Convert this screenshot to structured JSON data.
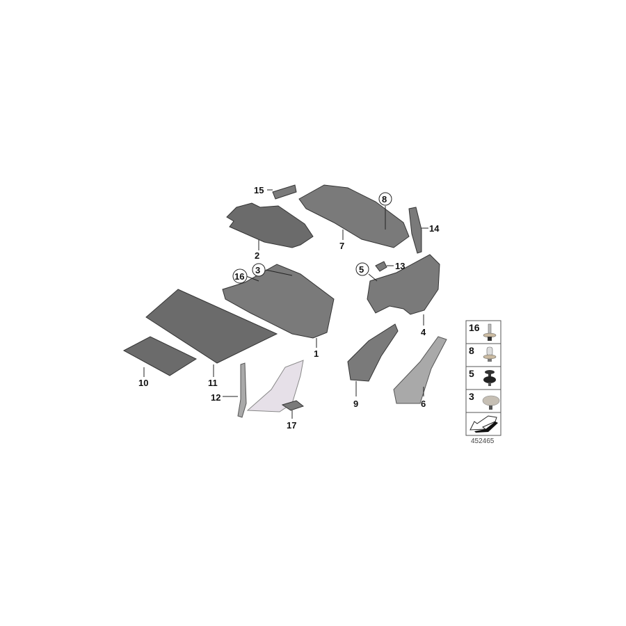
{
  "diagram": {
    "callouts": {
      "c1": "1",
      "c2": "2",
      "c3": "3",
      "c4": "4",
      "c5": "5",
      "c6": "6",
      "c7": "7",
      "c8": "8",
      "c9": "9",
      "c10": "10",
      "c11": "11",
      "c12": "12",
      "c13": "13",
      "c14": "14",
      "c15": "15",
      "c16": "16",
      "c17": "17"
    },
    "legend": {
      "items": [
        "16",
        "8",
        "5",
        "3"
      ],
      "icons": [
        "clip-with-washer-icon",
        "expanding-rivet-icon",
        "push-rivet-black-icon",
        "round-plug-icon"
      ],
      "arrow_icon": "direction-arrow-icon"
    },
    "document_number": "452465",
    "colors": {
      "part_dark": "#6b6b6b",
      "part_light": "#a9a9a9",
      "trim_pale": "#e6e0e8"
    }
  }
}
